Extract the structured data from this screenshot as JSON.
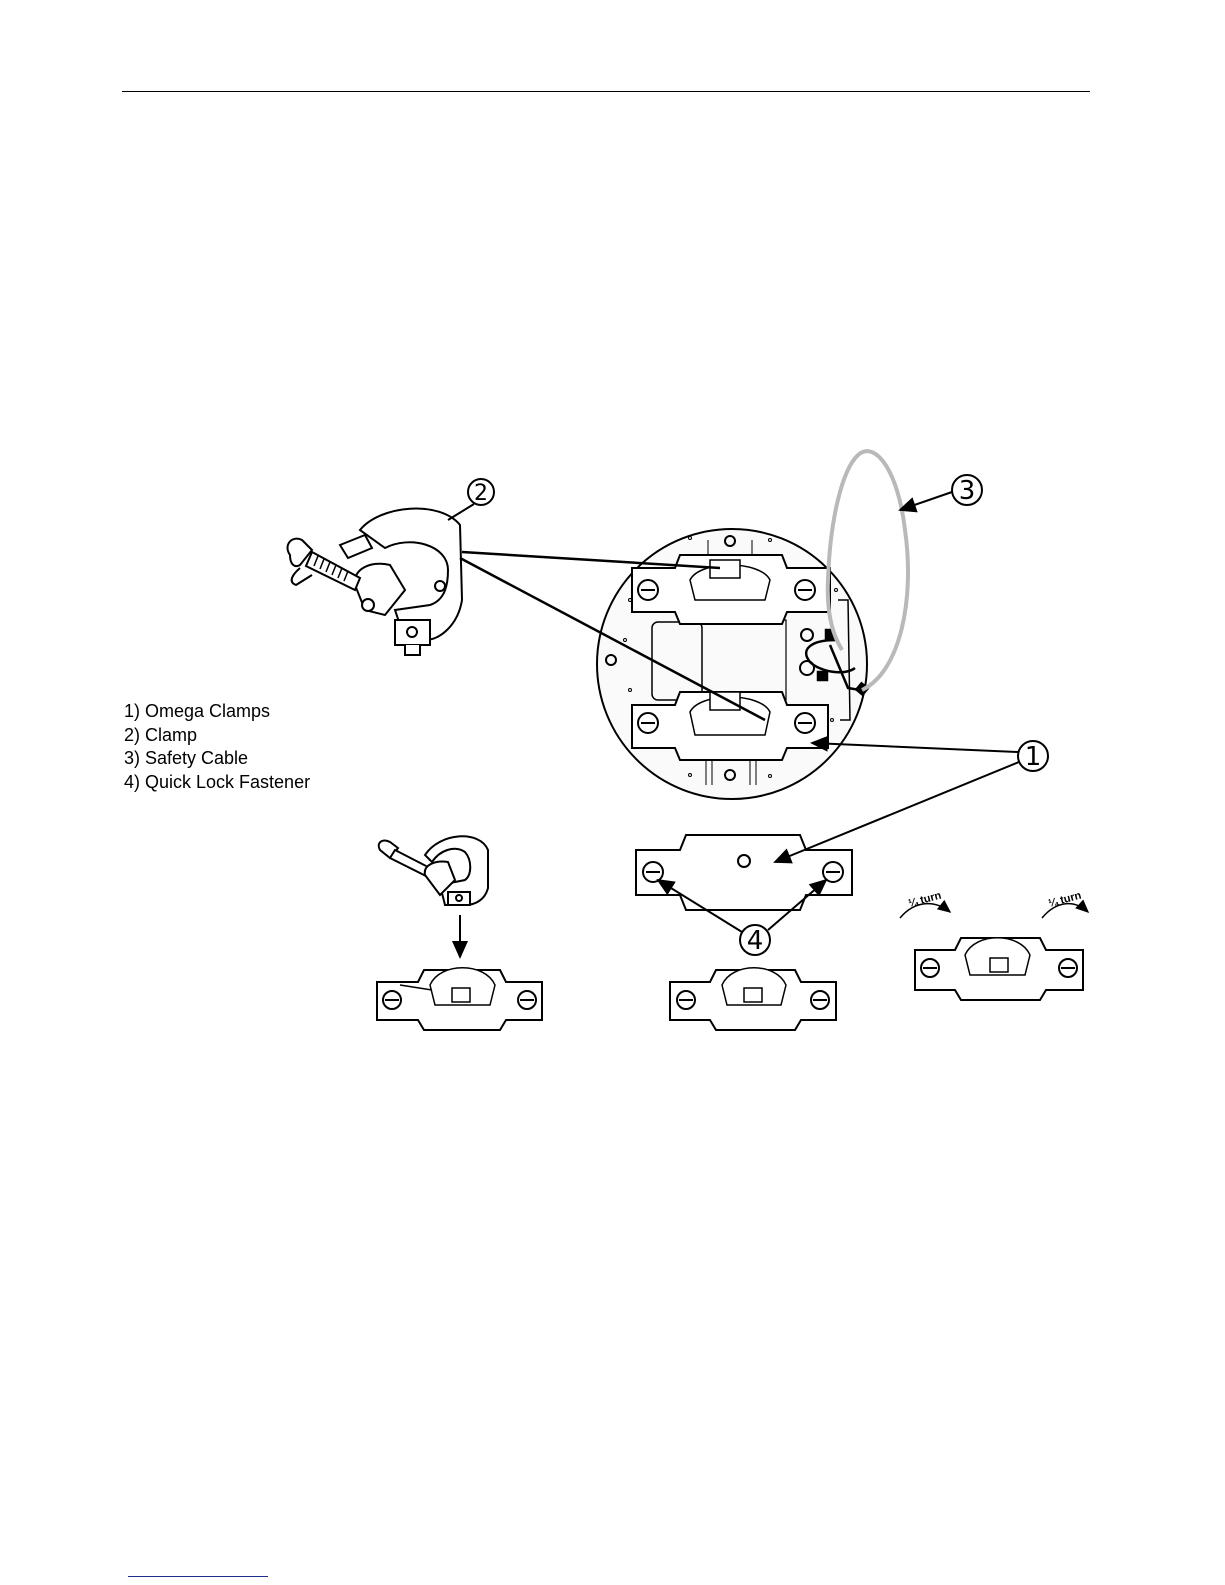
{
  "legend": {
    "items": [
      "1) Omega Clamps",
      "2) Clamp",
      "3) Safety Cable",
      "4) Quick Lock Fastener"
    ]
  },
  "callouts": {
    "one": "1",
    "two": "2",
    "three": "3",
    "four": "4"
  },
  "turn_labels": {
    "left": "¼ turn",
    "right": "¼ turn"
  }
}
